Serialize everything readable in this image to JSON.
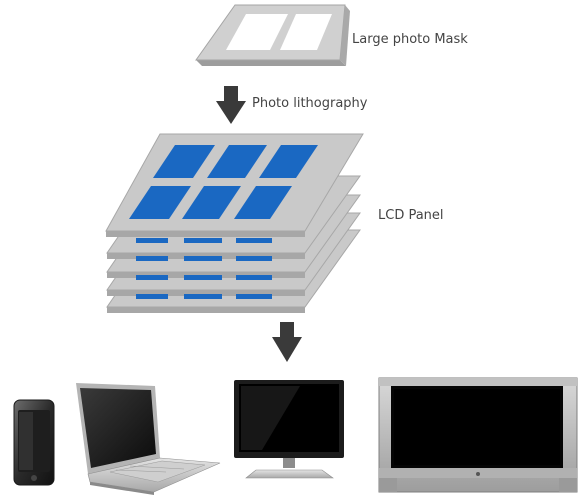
{
  "labels": {
    "mask": "Large photo Mask",
    "lithography": "Photo lithography",
    "panel": "LCD Panel"
  },
  "colors": {
    "plate": "#c9c9c9",
    "plate_edge": "#a7a7a7",
    "cell": "#1a68c2",
    "arrow": "#3a3a3a",
    "screen": "#000000"
  },
  "icons": [
    "mask-icon",
    "arrow-down-icon",
    "lcd-panel-stack-icon",
    "smartphone-icon",
    "laptop-icon",
    "monitor-icon",
    "tv-icon"
  ]
}
